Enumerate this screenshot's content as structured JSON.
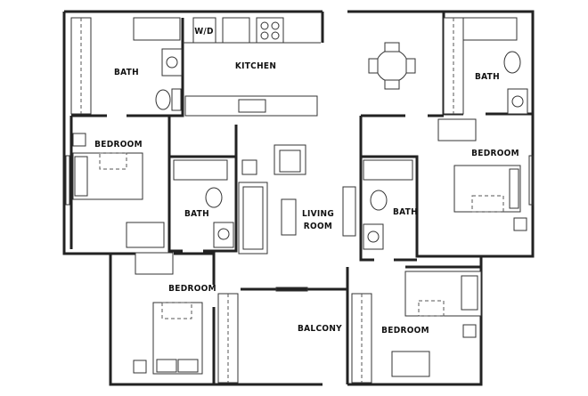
{
  "rooms": {
    "bath_top_left": "BATH",
    "kitchen": "KITCHEN",
    "washer_dryer": "W/D",
    "bath_top_right": "BATH",
    "bedroom_left": "BEDROOM",
    "bath_center_left": "BATH",
    "living_room_line1": "LIVING",
    "living_room_line2": "ROOM",
    "bath_center_right": "BATH",
    "bedroom_right": "BEDROOM",
    "bedroom_bottom_left": "BEDROOM",
    "balcony": "BALCONY",
    "bedroom_bottom_right": "BEDROOM"
  }
}
